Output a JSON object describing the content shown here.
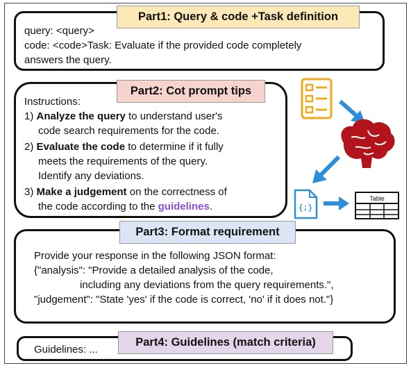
{
  "part1": {
    "title": "Part1: Query & code +Task definition",
    "line1": "query: <query>",
    "line2": "code: <code>Task: Evaluate if the provided code completely",
    "line3": "answers the query."
  },
  "part2": {
    "title": "Part2: Cot prompt tips",
    "instructions_label": "Instructions:",
    "step1_prefix": "1) ",
    "step1_bold": "Analyze the query",
    "step1_rest": " to understand user's",
    "step1_cont": "code search requirements for the code.",
    "step2_prefix": "2) ",
    "step2_bold": "Evaluate the code",
    "step2_rest": " to determine if it fully",
    "step2_cont1": "meets the requirements of the query.",
    "step2_cont2": "Identify any deviations.",
    "step3_prefix": "3) ",
    "step3_bold": "Make a judgement",
    "step3_rest": " on the correctness of",
    "step3_cont": "the code according to the ",
    "step3_link": "guidelines",
    "step3_end": "."
  },
  "part3": {
    "title": "Part3: Format requirement",
    "line1": "Provide your response in the following JSON format:",
    "line2": "{\"analysis\": \"Provide a detailed analysis of the code,",
    "line3": "including any deviations from the query requirements.\",",
    "line4": "\"judgement\": \"State 'yes' if the code is correct, 'no' if it does not.\"}"
  },
  "part4": {
    "title": "Part4: Guidelines (match criteria)",
    "line1": "Guidelines: ..."
  },
  "icons": {
    "file_label": "{;}",
    "table_label": "Table"
  },
  "colors": {
    "part1_tag": "#fde9b8",
    "part2_tag": "#f6d3cd",
    "part3_tag": "#dae6f5",
    "part4_tag": "#e4d5ea",
    "arrow": "#2e8fd8",
    "brain": "#b3141c",
    "checklist": "#f2a81b",
    "link": "#8a4fd8"
  }
}
